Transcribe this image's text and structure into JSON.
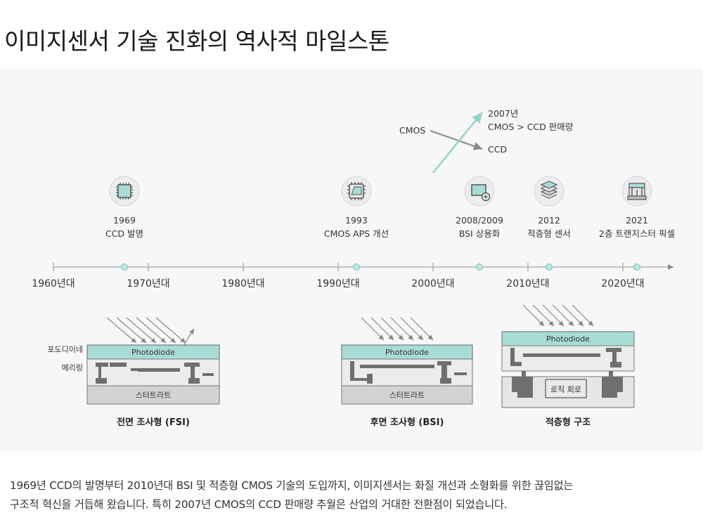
{
  "title": "이미지센서 기술 진화의 역사적 마일스톤",
  "market": {
    "cmos_label": "CMOS",
    "ccd_label": "CCD",
    "crossover_year": "2007년",
    "crossover_text": "CMOS > CCD 판매량"
  },
  "milestones": [
    {
      "year": "1969",
      "label": "CCD 발명",
      "icon": "chip-icon"
    },
    {
      "year": "1993",
      "label": "CMOS APS 개선",
      "icon": "cmos-chip-icon"
    },
    {
      "year": "2008/2009",
      "label": "BSI 상용화",
      "icon": "sensor-module-icon"
    },
    {
      "year": "2012",
      "label": "적층형 센서",
      "icon": "stacked-layers-icon"
    },
    {
      "year": "2021",
      "label": "2층 트랜지스터 픽셀",
      "icon": "transistor-pixel-icon"
    }
  ],
  "decades": [
    "1960년대",
    "1970년대",
    "1980년대",
    "1990년대",
    "2000년대",
    "2010년대",
    "2020년대"
  ],
  "structures": {
    "fsi": {
      "photodiode": "Photodiode",
      "substrate": "스터트라트",
      "side_label_photodiode": "포도디이네",
      "side_label_metal": "메리링",
      "caption": "전면 조사형 (FSI)"
    },
    "bsi": {
      "photodiode": "Photodiode",
      "substrate": "스터트라트",
      "caption": "후면 조사형 (BSI)"
    },
    "stacked": {
      "photodiode": "Photodiode",
      "logic": "로직 회로",
      "caption": "적층형 구조"
    }
  },
  "caption": {
    "line1": "1969년 CCD의 발명부터 2010년대 BSI 및 적층형 CMOS 기술의 도입까지, 이미지센서는 화질 개선과 소형화를 위한 끊임없는",
    "line2": "구조적 혁신을 거듭해 왔습니다. 특히 2007년 CMOS의 CCD 판매량 추월은 산업의 거대한 전환점이 되었습니다."
  },
  "colors": {
    "teal": "#a8dcd6",
    "teal_line": "#8fd3c8",
    "metal": "#6f6f6f",
    "substrate": "#d3d3d3",
    "axis": "#9a9a9a",
    "panel": "#f7f7f7"
  }
}
